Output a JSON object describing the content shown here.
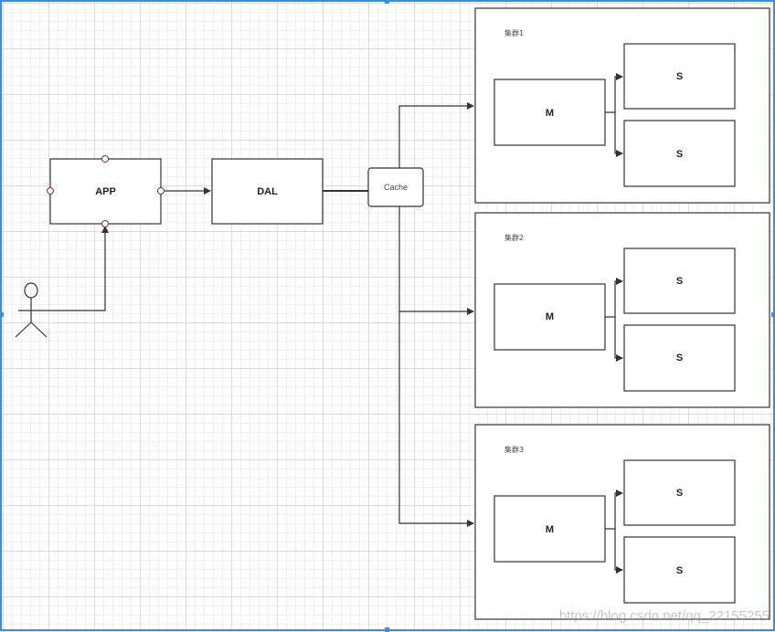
{
  "diagram": {
    "app_label": "APP",
    "dal_label": "DAL",
    "cache_label": "Cache",
    "clusters": [
      {
        "title": "集群1",
        "master_label": "M",
        "slave_labels": [
          "S",
          "S"
        ]
      },
      {
        "title": "集群2",
        "master_label": "M",
        "slave_labels": [
          "S",
          "S"
        ]
      },
      {
        "title": "集群3",
        "master_label": "M",
        "slave_labels": [
          "S",
          "S"
        ]
      }
    ]
  },
  "watermark": "https://blog.csdn.net/qq_22155255"
}
